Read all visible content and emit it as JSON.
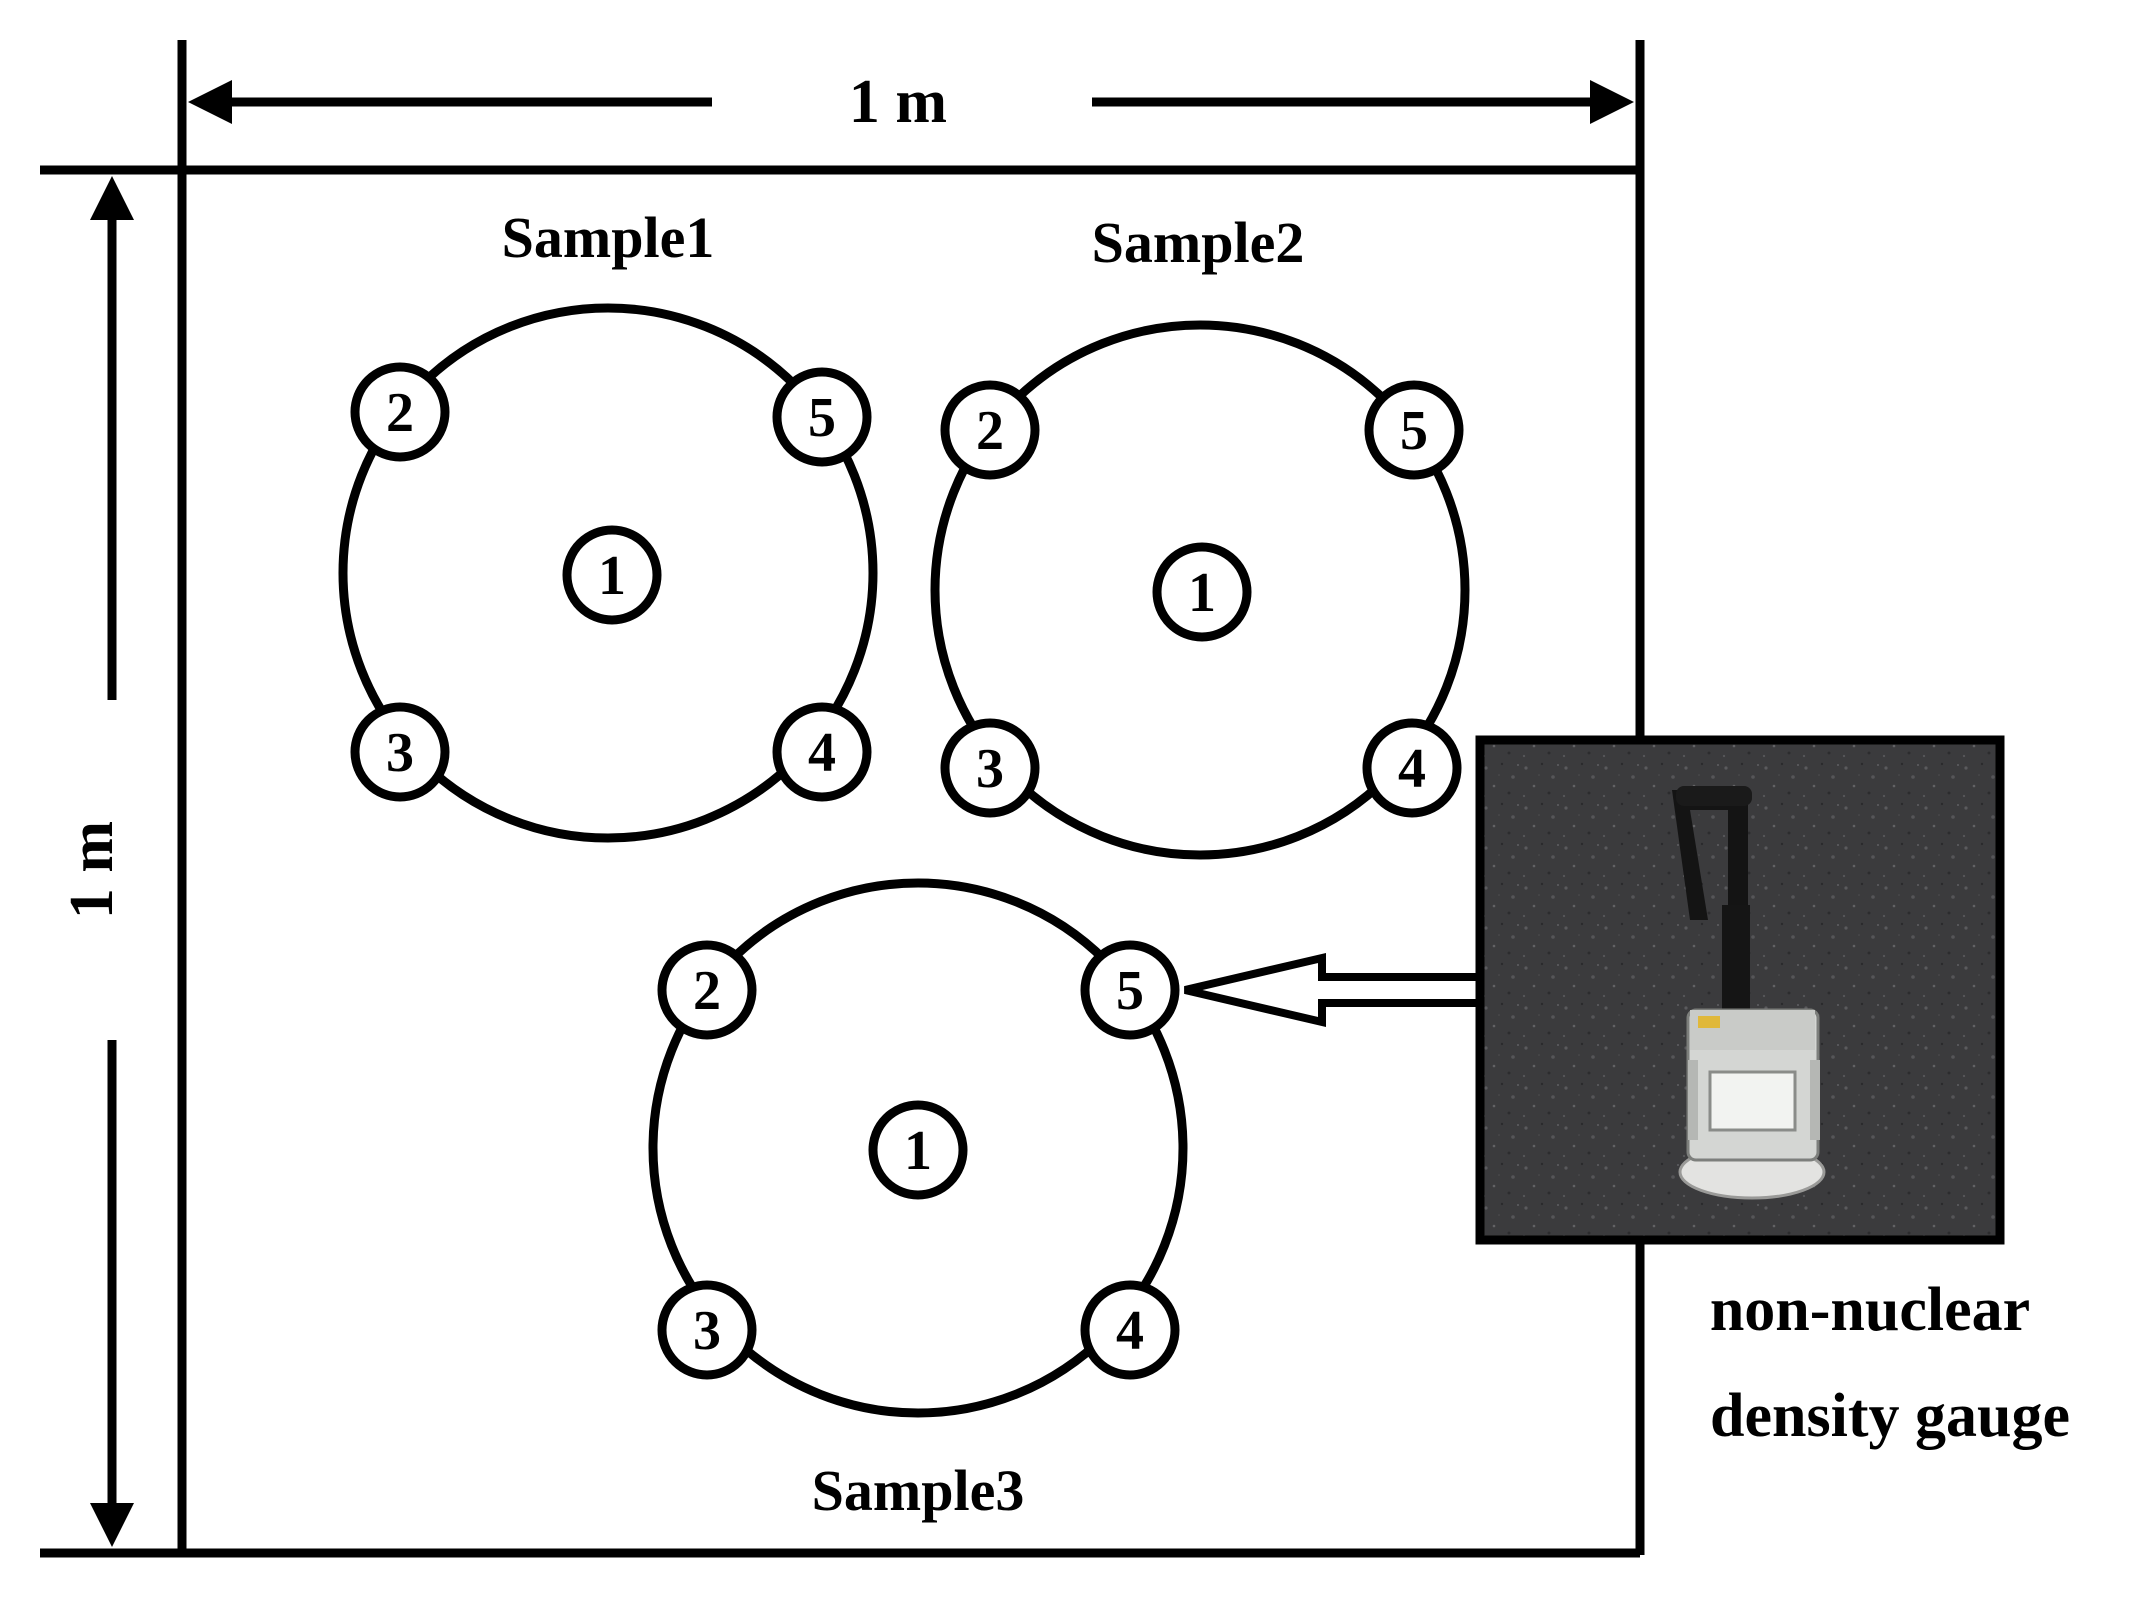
{
  "dimensions": {
    "width_label": "1 m",
    "height_label": "1 m"
  },
  "samples": [
    {
      "label": "Sample1",
      "points": [
        "1",
        "2",
        "3",
        "4",
        "5"
      ]
    },
    {
      "label": "Sample2",
      "points": [
        "1",
        "2",
        "3",
        "4",
        "5"
      ]
    },
    {
      "label": "Sample3",
      "points": [
        "1",
        "2",
        "3",
        "4",
        "5"
      ]
    }
  ],
  "gauge": {
    "caption_line1": "non-nuclear",
    "caption_line2": "density gauge",
    "photo_name": "non-nuclear density gauge photo"
  },
  "colors": {
    "line": "#000000",
    "asphalt": "#3a3a3c",
    "gauge_body": "#d7d9d6",
    "gauge_handle": "#111111"
  }
}
